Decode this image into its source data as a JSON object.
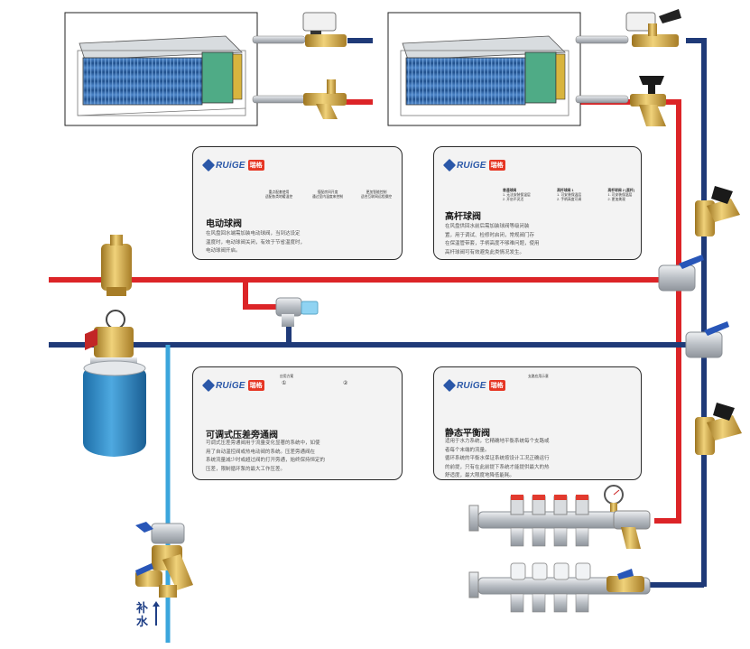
{
  "colors": {
    "supply_pipe": "#dc2427",
    "return_pipe": "#1f3a78",
    "makeup_pipe": "#3ba6dc",
    "brass": "#c9a23c",
    "coil_blue": "#2d63a8",
    "tank_blue": "#2f86c2",
    "brand_blue": "#2a57a8",
    "brand_red": "#e63624"
  },
  "brand": {
    "name": "RUiGE",
    "tag": "瑞格"
  },
  "cards": {
    "electric": {
      "title": "电动球阀",
      "body": [
        "在风盘回水端需加装电动球阀，当到达设定",
        "温度时，电动球阀关闭，有效于节省温度时，",
        "电动球阀开启。"
      ],
      "captions": [
        [
          "重点配套使用",
          "适配各类地暖温控"
        ],
        [
          "搭配房间开度",
          "通过室内温度来控制"
        ],
        [
          "更加智能控制",
          "适合互联网远程操控"
        ]
      ]
    },
    "lever": {
      "title": "高杆球阀",
      "body": [
        "在风盘供回水前后需加装球阀等级闭装",
        "置，用于调试、检修时启闭，常规阀门存",
        "在保温管带套，手柄高度不够难问题，使用",
        "高杆球阀可有效避免此类情况发生。"
      ],
      "table": [
        [
          "普通球阀",
          "1. 无法安装保温层",
          "2. 开启不灵活"
        ],
        [
          "高杆球阀 1",
          "1. 可安装保温层",
          "2. 手柄高度可调"
        ],
        [
          "高杆球阀 2 (直杆)",
          "1. 可安装保温层",
          "2. 更加美观"
        ]
      ]
    },
    "bypass": {
      "title": "可调式压差旁通阀",
      "body": [
        "可调式压差旁通阀用于流量变化显著的系统中，如使",
        "用了自动温控阀或热电动阀的系统。压差旁通阀在",
        "系统流量减少时或超过阀的打开旁通，始终保持恒定的",
        "压差，限制循环泵的最大工作压差。"
      ],
      "schemes": [
        "①",
        "②"
      ],
      "scheme_label": "应用方案"
    },
    "balance": {
      "title": "静态平衡阀",
      "body": [
        "适用于水力系统，它精确地平衡系统每个支路或",
        "者每个末端的流量。",
        "循环系统的平衡水保证系统按设计工况正确运行",
        "的前提，只有在此前提下系统才能提供最大的热",
        "舒适度，最大限度地降低能耗。"
      ],
      "scheme_label": "支路应用示意"
    }
  },
  "makeup_water": {
    "label": "补水",
    "direction": "up"
  }
}
